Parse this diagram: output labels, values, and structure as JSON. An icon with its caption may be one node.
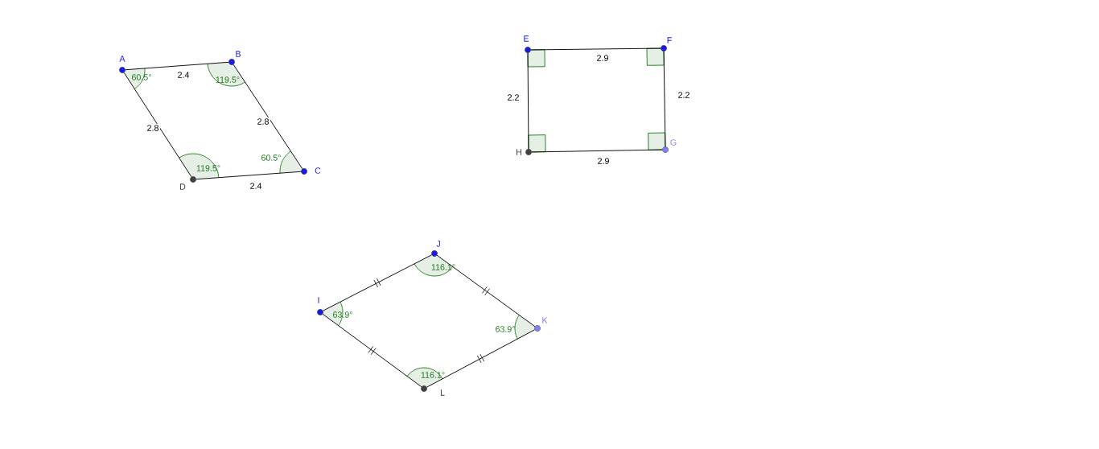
{
  "diagram": {
    "nodes": [
      {
        "text": [
          "60.5°"
        ],
        "beside": [
          "A"
        ]
      },
      {
        "text": [
          "119.5°"
        ],
        "beside": [
          "B"
        ]
      },
      {
        "text": [
          "60.5°"
        ],
        "beside": [
          "C"
        ]
      },
      {
        "text": [
          "119.5°"
        ],
        "beside": [
          "D"
        ]
      },
      {
        "text": [],
        "shape": "circle",
        "beside": [
          "E"
        ]
      },
      {
        "text": [],
        "shape": "circle",
        "beside": [
          "F"
        ]
      },
      {
        "text": [],
        "shape": "circle",
        "beside": [
          "G"
        ]
      },
      {
        "text": [],
        "shape": "circle",
        "beside": [
          "H"
        ]
      },
      {
        "text": [
          "63.9°"
        ],
        "beside": [
          "I"
        ]
      },
      {
        "text": [
          "116.1°"
        ],
        "beside": [
          "J"
        ]
      },
      {
        "text": [
          "63.9°"
        ],
        "beside": [
          "K"
        ]
      },
      {
        "text": [
          "116.1°"
        ],
        "beside": [
          "L"
        ]
      }
    ],
    "edges": [
      {
        "from": 0,
        "to": 1,
        "arrow": "none",
        "label": "2.4"
      },
      {
        "from": 2,
        "to": 1,
        "arrow": "none",
        "label": "2.8"
      },
      {
        "from": 2,
        "to": 3,
        "arrow": "none",
        "label": "2.4"
      },
      {
        "from": 0,
        "to": 3,
        "arrow": "none",
        "label": "2.8"
      },
      {
        "from": 4,
        "to": 5,
        "arrow": "none",
        "label": "2.9"
      },
      {
        "from": 5,
        "to": 6,
        "arrow": "none",
        "label": "2.2"
      },
      {
        "from": 7,
        "to": 6,
        "arrow": "none",
        "label": "2.9"
      },
      {
        "from": 4,
        "to": 7,
        "arrow": "none",
        "label": "2.2"
      },
      {
        "from": 8,
        "to": 9,
        "arrow": "none"
      },
      {
        "from": 10,
        "to": 9,
        "arrow": "none"
      },
      {
        "from": 10,
        "to": 11,
        "arrow": "none"
      },
      {
        "from": 8,
        "to": 11,
        "arrow": "none"
      }
    ]
  }
}
